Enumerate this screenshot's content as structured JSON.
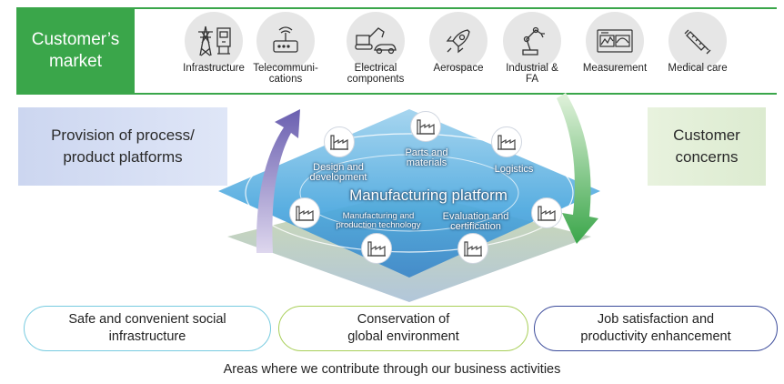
{
  "market": {
    "label_line1": "Customer’s",
    "label_line2": "market",
    "items": [
      {
        "label": "Infrastructure",
        "icon": "power-tower-icon"
      },
      {
        "label": "Telecommuni-\ncations",
        "icon": "router-icon"
      },
      {
        "label": "Electrical\ncomponents",
        "icon": "excavator-car-icon"
      },
      {
        "label": "Aerospace",
        "icon": "rocket-icon"
      },
      {
        "label": "Industrial &\nFA",
        "icon": "robot-arm-icon"
      },
      {
        "label": "Measurement",
        "icon": "meter-icon"
      },
      {
        "label": "Medical care",
        "icon": "syringe-icon"
      }
    ]
  },
  "provision": {
    "text": "Provision of process/\nproduct platforms"
  },
  "concerns": {
    "text": "Customer\nconcerns"
  },
  "platform": {
    "title": "Manufacturing platform",
    "nodes": [
      {
        "label": "Design and\ndevelopment"
      },
      {
        "label": "Parts and\nmaterials"
      },
      {
        "label": "Logistics"
      },
      {
        "label": "Manufacturing and\nproduction technology"
      },
      {
        "label": "Evaluation and\ncertification"
      }
    ]
  },
  "areas": [
    {
      "text": "Safe and convenient social\ninfrastructure"
    },
    {
      "text": "Conservation of\nglobal environment"
    },
    {
      "text": "Job satisfaction and\nproductivity enhancement"
    }
  ],
  "caption": "Areas where we contribute through our business activities"
}
